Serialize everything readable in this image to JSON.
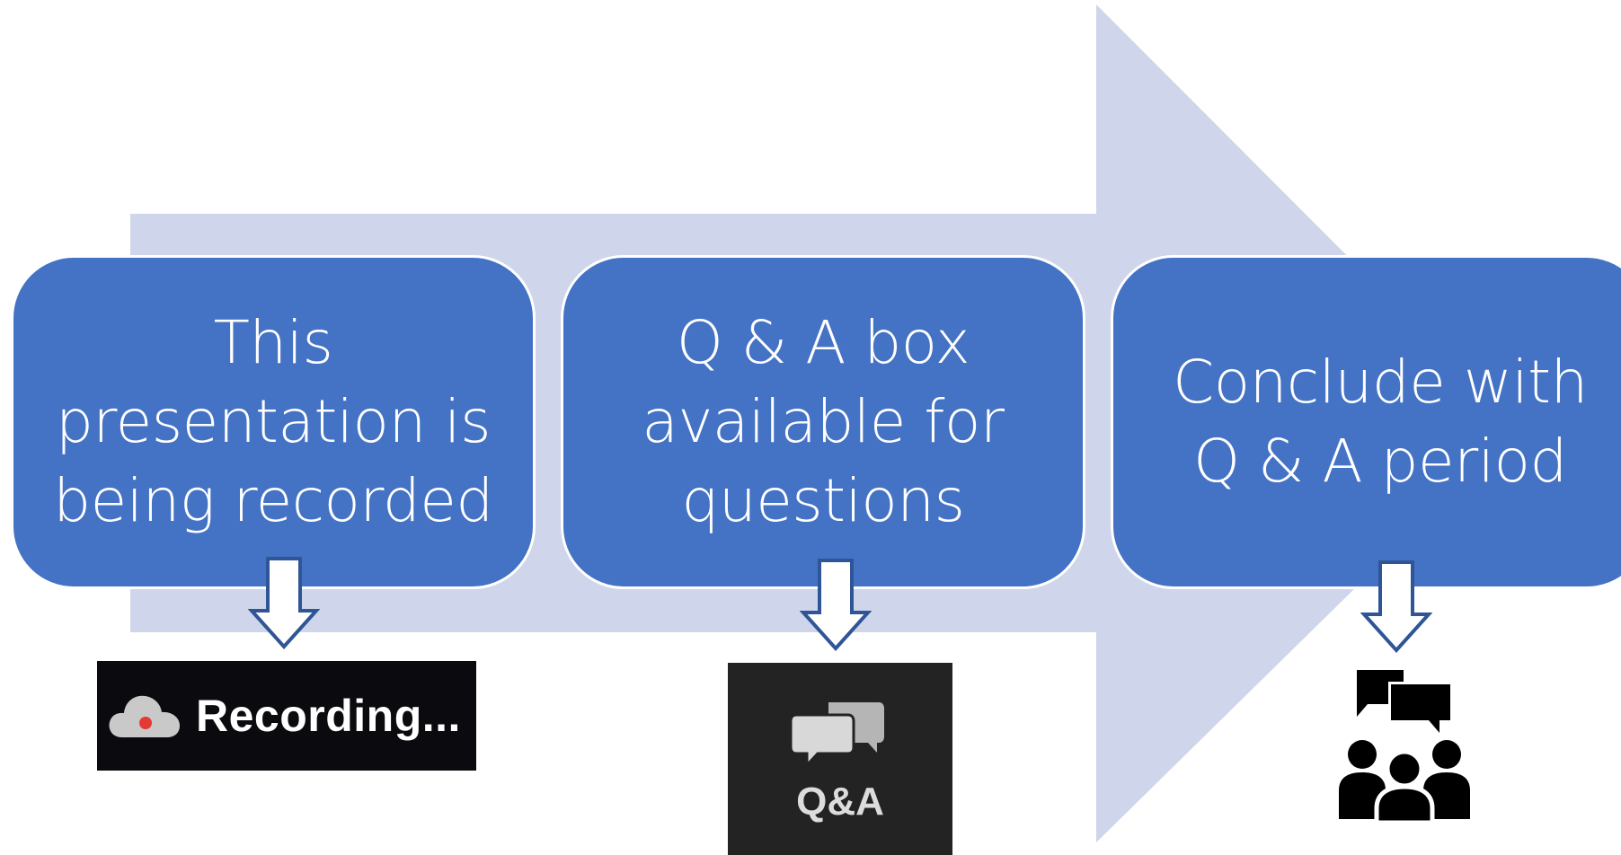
{
  "steps": [
    {
      "lines": [
        "This",
        "presentation is",
        "being recorded"
      ]
    },
    {
      "lines": [
        "Q & A box",
        "available for",
        "questions"
      ]
    },
    {
      "lines": [
        "Conclude with",
        "Q & A period"
      ]
    }
  ],
  "recording_badge": {
    "label": "Recording..."
  },
  "qa_tile": {
    "label": "Q&A"
  },
  "icons": {
    "recording": "cloud-record-icon",
    "qa": "speech-bubbles-icon",
    "audience": "audience-discussion-icon"
  },
  "colors": {
    "step_box": "#4472c4",
    "big_arrow": "#cfd5ea",
    "down_arrow_outline": "#2f5597",
    "recording_badge_bg": "#0a0a0f",
    "qa_tile_bg": "#232323",
    "record_dot": "#e53935"
  }
}
